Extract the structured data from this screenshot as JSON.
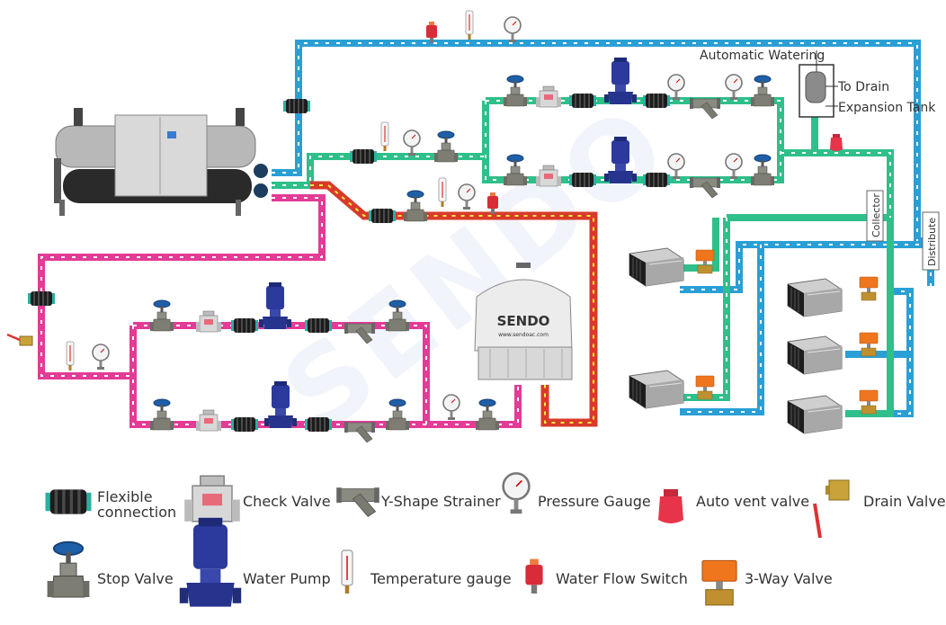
{
  "labels": {
    "automatic_watering": "Automatic Watering",
    "to_drain": "To Drain",
    "expansion_tank": "Expansion Tank",
    "collector": "Collector",
    "distribute": "Distribute",
    "tower_brand": "SENDO",
    "tower_url": "www.sendoac.com"
  },
  "legend": {
    "flexible_connection": [
      "Flexible",
      "connection"
    ],
    "check_valve": "Check Valve",
    "y_shape_strainer": "Y-Shape Strainer",
    "pressure_gauge": "Pressure Gauge",
    "auto_vent_valve": "Auto vent valve",
    "drain_valve": "Drain Valve",
    "stop_valve": "Stop Valve",
    "water_pump": "Water Pump",
    "temperature_gauge": "Temperature gauge",
    "water_flow_switch": "Water Flow Switch",
    "three_way_valve": "3-Way Valve"
  },
  "watermark": "SENDO",
  "colors": {
    "chilled_supply": "#2a9fd6",
    "chilled_return": "#2fbf8a",
    "cooling_supply": "#e33b96",
    "cooling_return": "#d83a2a",
    "valve_gray": "#7d7d74",
    "pump_blue": "#2b3a9c",
    "vent_red": "#e8344a",
    "switch_orange": "#f0761e"
  }
}
